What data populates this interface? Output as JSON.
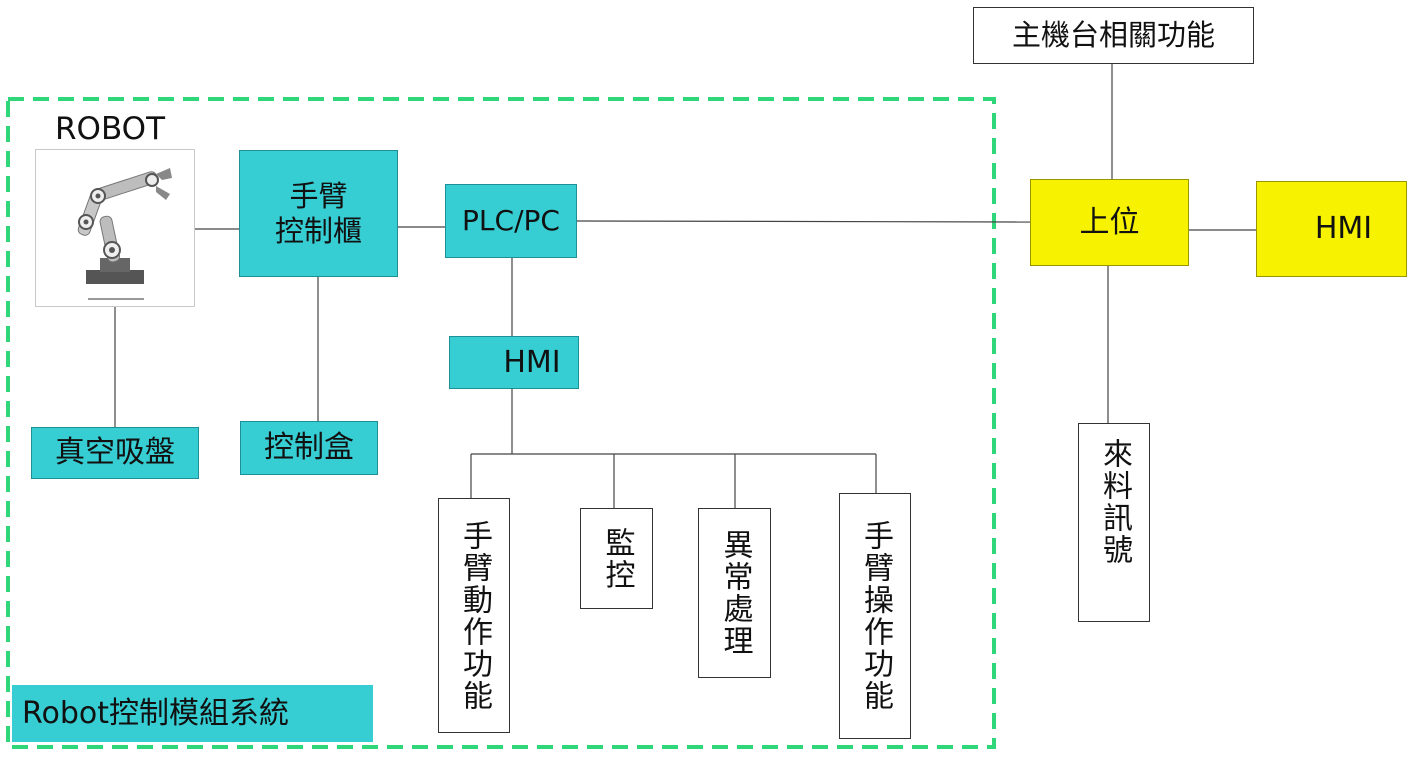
{
  "robot": {
    "label": "ROBOT",
    "icon": "robot-arm-icon"
  },
  "nodes": {
    "arm_cabinet": "手臂\n控制櫃",
    "plc_pc": "PLC/PC",
    "hmi_inner": "HMI",
    "vacuum": "真空吸盤",
    "control_box": "控制盒",
    "arm_motion": "手臂動作功能",
    "monitor": "監控",
    "exception": "異常處理",
    "arm_operation": "手臂操作功能",
    "host_functions": "主機台相關功能",
    "upper": "上位",
    "hmi_outer": "HMI",
    "incoming_signal": "來料訊號"
  },
  "group": {
    "label": "Robot控制模組系統"
  },
  "colors": {
    "teal": "#36cdd3",
    "yellow": "#f6f200",
    "dashed_border": "#2fd67a",
    "line": "#444444"
  }
}
